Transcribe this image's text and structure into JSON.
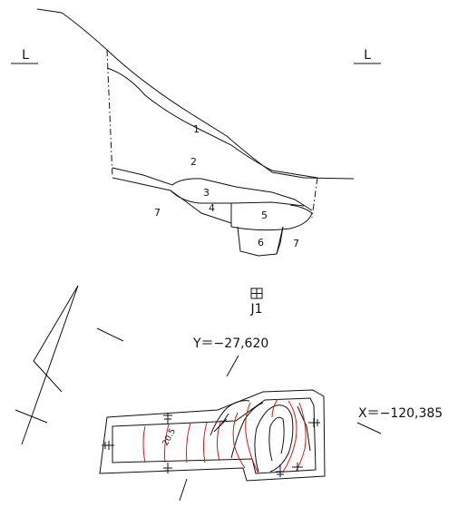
{
  "section": {
    "left_marker": "L",
    "right_marker": "L",
    "layers": [
      "1",
      "2",
      "3",
      "4",
      "5",
      "6",
      "7",
      "7"
    ]
  },
  "plan": {
    "grid_label": "J1",
    "y_coord": "Y＝−27,620",
    "x_coord": "X＝−120,385",
    "contour_label": "20.5"
  },
  "colors": {
    "outline": "#111111",
    "contour": "#d21b1b"
  }
}
